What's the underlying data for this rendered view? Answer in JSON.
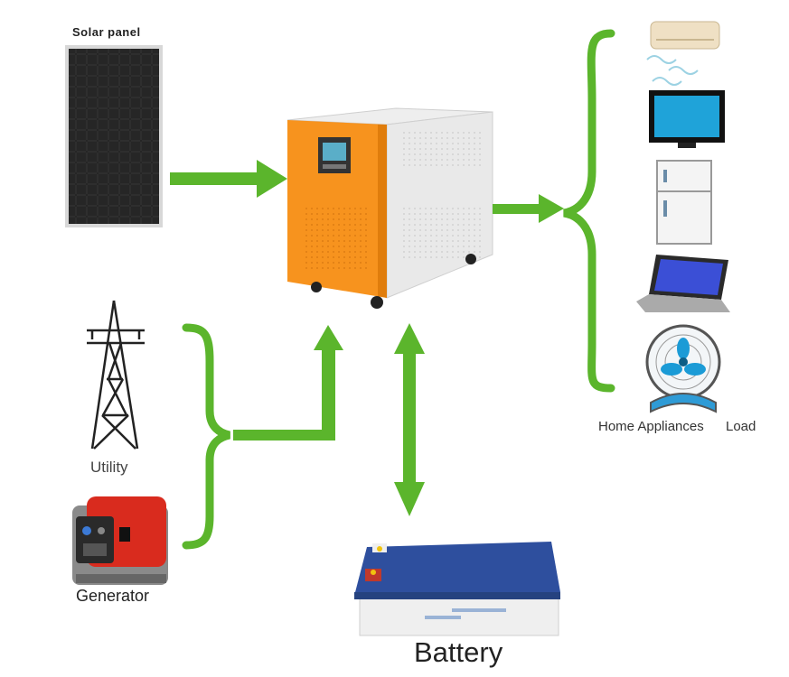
{
  "labels": {
    "solar_panel": "Solar panel",
    "utility": "Utility",
    "generator": "Generator",
    "battery": "Battery",
    "home_appliances": "Home Appliances",
    "load": "Load"
  },
  "components": {
    "solar_panel": "solar-panel-icon",
    "inverter": "inverter-cabinet-icon",
    "utility": "power-tower-icon",
    "generator": "generator-icon",
    "battery": "battery-icon",
    "appliances": [
      "air-conditioner-icon",
      "television-icon",
      "refrigerator-icon",
      "laptop-icon",
      "fan-icon"
    ]
  },
  "colors": {
    "arrow": "#5bb52c",
    "inverter_front": "#f7931e",
    "battery_top": "#2e4f9e"
  }
}
